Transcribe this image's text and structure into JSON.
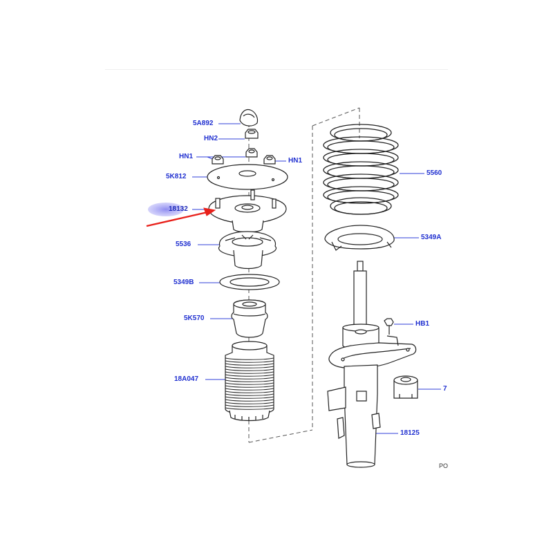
{
  "diagram": {
    "labels": {
      "top_cap": "5A892",
      "top_nut": "HN2",
      "side_nut_left": "HN1",
      "side_nut_right": "HN1",
      "top_plate": "5K812",
      "top_mount": "18132",
      "upper_seat": "5536",
      "lower_insulator_left": "5349B",
      "bump_stop": "5K570",
      "dust_boot": "18A047",
      "coil_spring": "5560",
      "spring_insulator_right": "5349A",
      "bracket_bolt": "HB1",
      "strut_assembly": "18125",
      "bushing_cut": "7",
      "footer_code": "PO"
    },
    "highlight": {
      "target_label": "18132",
      "highlight_color": "#8f8cf0",
      "arrow_color": "#e8201a"
    },
    "colors": {
      "label_text": "#1f2fd0",
      "line_art": "#222222",
      "leader_line": "#2f3fd8"
    }
  }
}
